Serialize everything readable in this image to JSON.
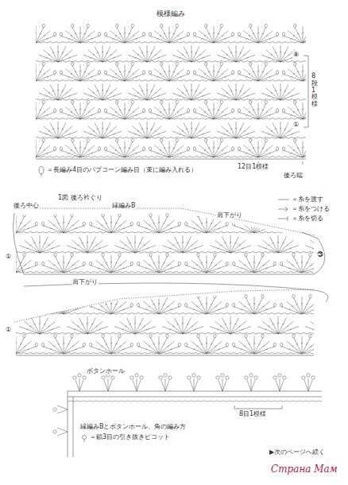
{
  "diagram": {
    "title": "模様編み",
    "labels": [
      "⑧",
      "①",
      "8段1模様",
      "12目1模様",
      "後ろ端",
      "1図 後ろ衿ぐり",
      "後ろ中心",
      "縁編みB",
      "肩下がり",
      "㉙",
      "①",
      "肩下がり",
      "①",
      "ボタンホール",
      "8目1模様",
      "縁編みBとボタンホール、角の編み方",
      "▶次のページへ続く",
      "Страна Мам"
    ],
    "legend": [
      {
        "text": "＝長編み4目のパプコーン編み目（束に編み入れる）"
      },
      {
        "text": "＝糸を渡す"
      },
      {
        "text": "＝糸をつける"
      },
      {
        "text": "＝糸を切る"
      },
      {
        "text": "＝鎖3目の引き抜きピコット"
      }
    ]
  }
}
